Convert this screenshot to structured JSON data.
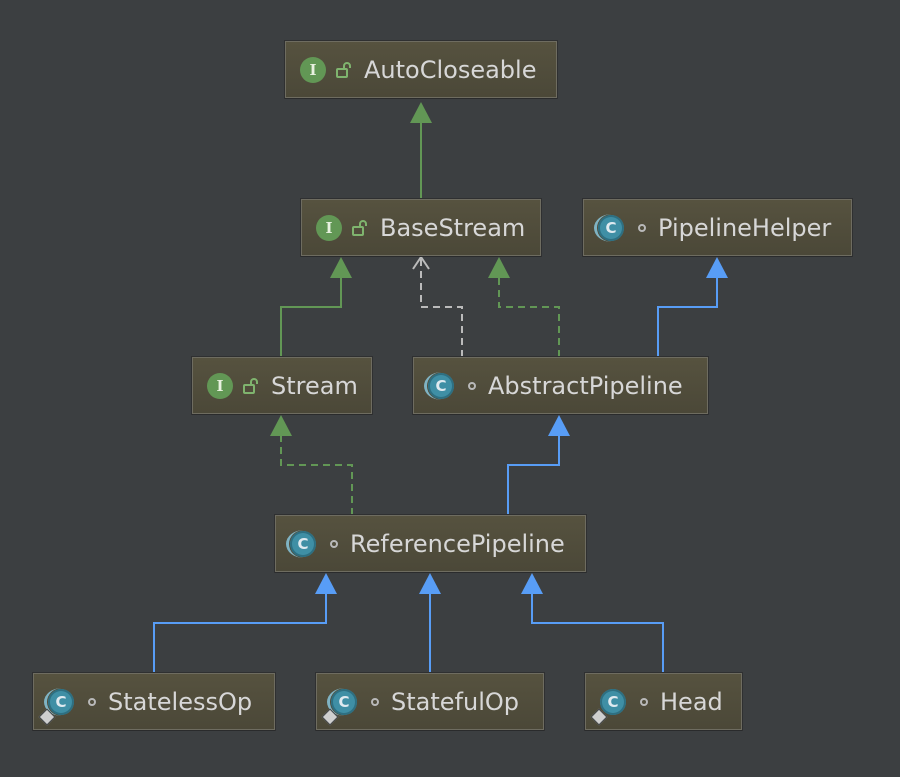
{
  "nodes": [
    {
      "id": "AutoCloseable",
      "name": "AutoCloseable",
      "kind_letter": "I",
      "kind": "interface",
      "visibility_icon": "lock-open-icon"
    },
    {
      "id": "BaseStream",
      "name": "BaseStream",
      "kind_letter": "I",
      "kind": "interface",
      "visibility_icon": "lock-open-icon"
    },
    {
      "id": "PipelineHelper",
      "name": "PipelineHelper",
      "kind_letter": "C",
      "kind": "abstract-class",
      "visibility_icon": "package-private-icon"
    },
    {
      "id": "Stream",
      "name": "Stream",
      "kind_letter": "I",
      "kind": "interface",
      "visibility_icon": "lock-open-icon"
    },
    {
      "id": "AbstractPipeline",
      "name": "AbstractPipeline",
      "kind_letter": "C",
      "kind": "abstract-class",
      "visibility_icon": "package-private-icon"
    },
    {
      "id": "ReferencePipeline",
      "name": "ReferencePipeline",
      "kind_letter": "C",
      "kind": "abstract-class",
      "visibility_icon": "package-private-icon"
    },
    {
      "id": "StatelessOp",
      "name": "StatelessOp",
      "kind_letter": "C",
      "kind": "abstract-static-class",
      "visibility_icon": "package-private-icon"
    },
    {
      "id": "StatefulOp",
      "name": "StatefulOp",
      "kind_letter": "C",
      "kind": "abstract-static-class",
      "visibility_icon": "package-private-icon"
    },
    {
      "id": "Head",
      "name": "Head",
      "kind_letter": "C",
      "kind": "static-class",
      "visibility_icon": "package-private-icon"
    }
  ],
  "edges": [
    {
      "from": "BaseStream",
      "to": "AutoCloseable",
      "type": "interface-extends",
      "color": "#629755"
    },
    {
      "from": "Stream",
      "to": "BaseStream",
      "type": "interface-extends",
      "color": "#629755"
    },
    {
      "from": "AbstractPipeline",
      "to": "BaseStream",
      "type": "implements",
      "color": "#629755"
    },
    {
      "from": "AbstractPipeline",
      "to": "BaseStream",
      "type": "uses",
      "color": "#bbbbbb"
    },
    {
      "from": "AbstractPipeline",
      "to": "PipelineHelper",
      "type": "extends",
      "color": "#589df6"
    },
    {
      "from": "ReferencePipeline",
      "to": "Stream",
      "type": "implements",
      "color": "#629755"
    },
    {
      "from": "ReferencePipeline",
      "to": "AbstractPipeline",
      "type": "extends",
      "color": "#589df6"
    },
    {
      "from": "StatelessOp",
      "to": "ReferencePipeline",
      "type": "extends",
      "color": "#589df6"
    },
    {
      "from": "StatefulOp",
      "to": "ReferencePipeline",
      "type": "extends",
      "color": "#589df6"
    },
    {
      "from": "Head",
      "to": "ReferencePipeline",
      "type": "extends",
      "color": "#589df6"
    }
  ],
  "colors": {
    "background": "#3c3f41",
    "interface_badge": "#629755",
    "class_badge": "#3f8fa5",
    "extends_arrow": "#589df6",
    "implements_arrow": "#629755",
    "uses_arrow": "#bbbbbb"
  }
}
